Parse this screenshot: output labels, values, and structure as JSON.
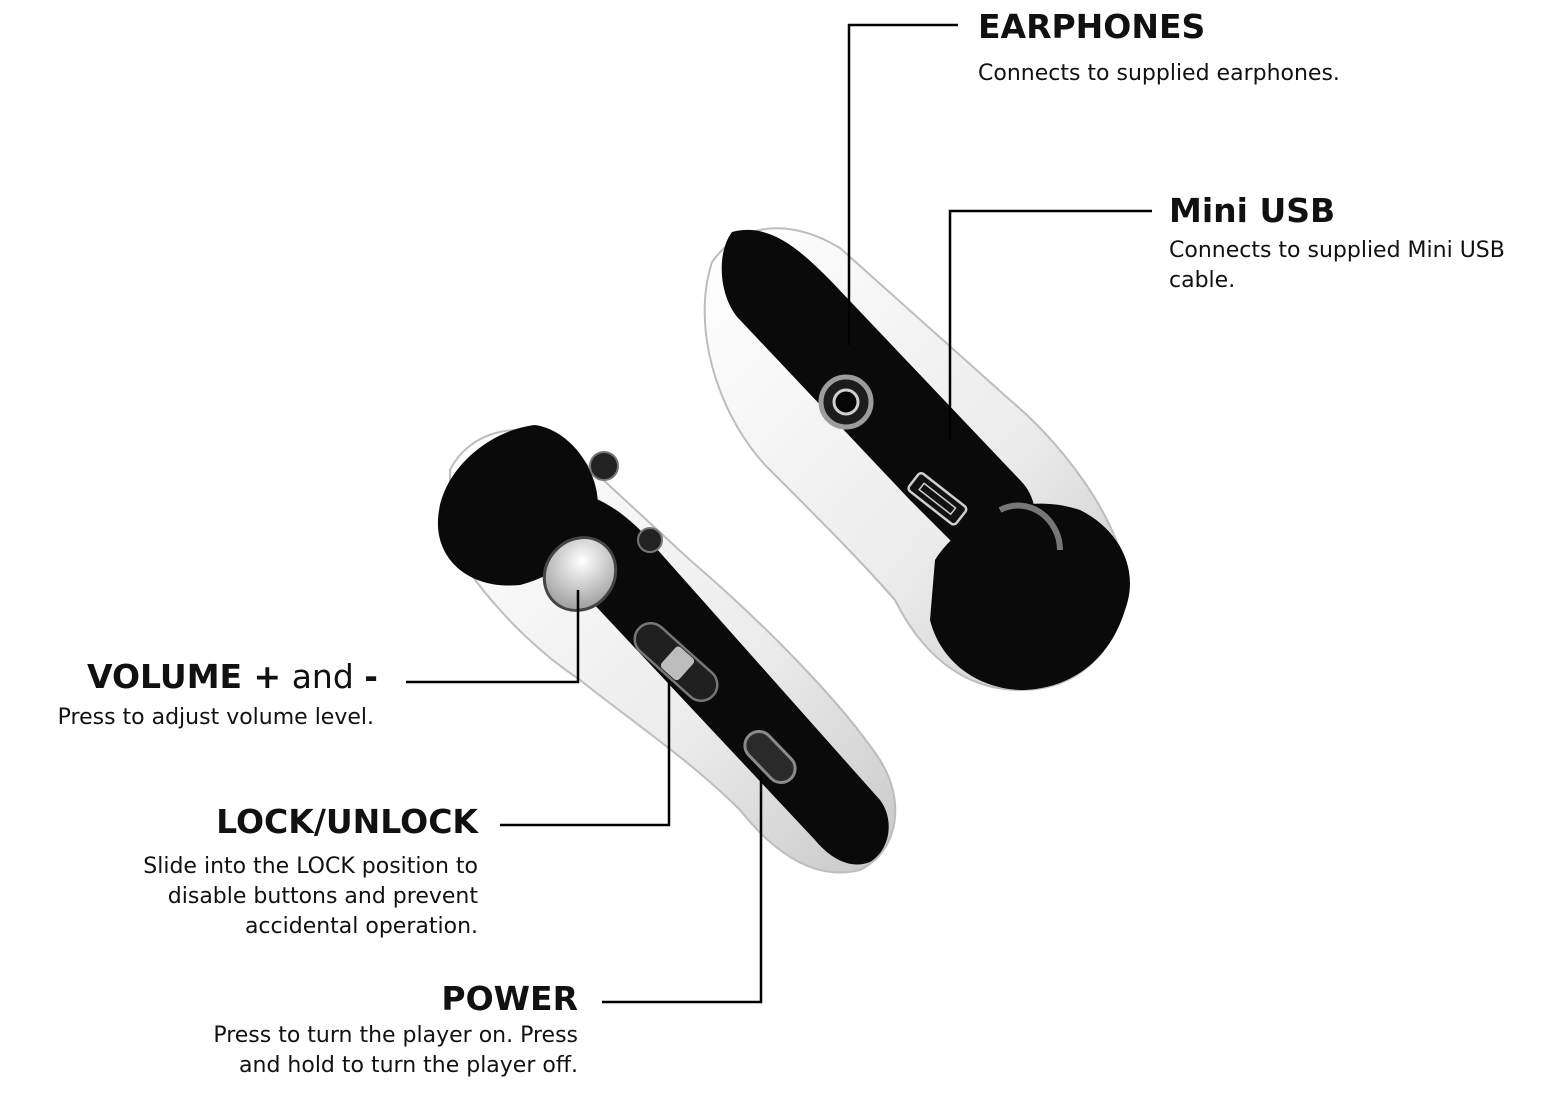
{
  "callouts": {
    "earphones": {
      "title": "EARPHONES",
      "desc": "Connects to supplied earphones."
    },
    "mini_usb": {
      "title": "Mini USB",
      "desc_line1": "Connects to supplied Mini USB",
      "desc_line2": "cable."
    },
    "volume": {
      "title_a": "VOLUME +",
      "title_b": " and ",
      "title_c": "-",
      "desc": "Press to adjust volume level."
    },
    "lock": {
      "title": "LOCK/UNLOCK",
      "desc_line1": "Slide into the LOCK position to",
      "desc_line2": "disable buttons and prevent",
      "desc_line3": "accidental operation."
    },
    "power": {
      "title": "POWER",
      "desc_line1": "Press to turn the player on. Press",
      "desc_line2": "and hold to turn the player off."
    }
  },
  "colors": {
    "device_black": "#0a0a0a",
    "device_white": "#f2f2f2",
    "line": "#000000"
  },
  "icons": {
    "usb_port": "mini-usb-port-icon",
    "earphone_jack": "earphone-jack-icon"
  }
}
